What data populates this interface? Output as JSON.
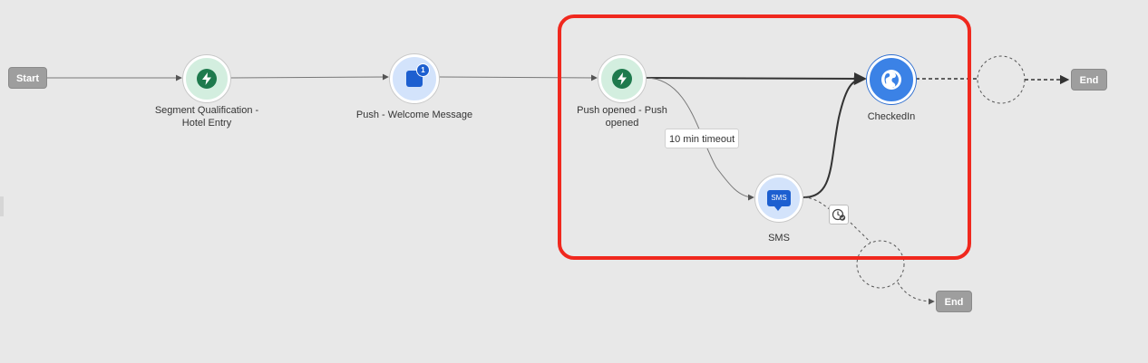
{
  "canvas": {
    "start_label": "Start",
    "end_labels": [
      "End",
      "End"
    ],
    "nodes": {
      "segment_qualification": {
        "label": "Segment Qualification - Hotel Entry",
        "icon": "lightning-icon"
      },
      "push_welcome": {
        "label": "Push - Welcome Message",
        "icon": "push-notification-icon",
        "badge": "1"
      },
      "push_opened": {
        "label": "Push opened - Push opened",
        "icon": "lightning-icon"
      },
      "sms": {
        "label": "SMS",
        "icon": "sms-icon",
        "icon_text": "SMS"
      },
      "checked_in": {
        "label": "CheckedIn",
        "icon": "globe-icon"
      }
    },
    "timeout_label": "10 min timeout",
    "timeout_icon": "clock-check-icon"
  },
  "colors": {
    "canvas_bg": "#e8e8e8",
    "highlight": "#f0281e",
    "event_node_bg": "#d3eedf",
    "action_node_bg": "#d3e3fb",
    "selected_node": "#3b82e6",
    "end_pill": "#9e9e9e"
  }
}
